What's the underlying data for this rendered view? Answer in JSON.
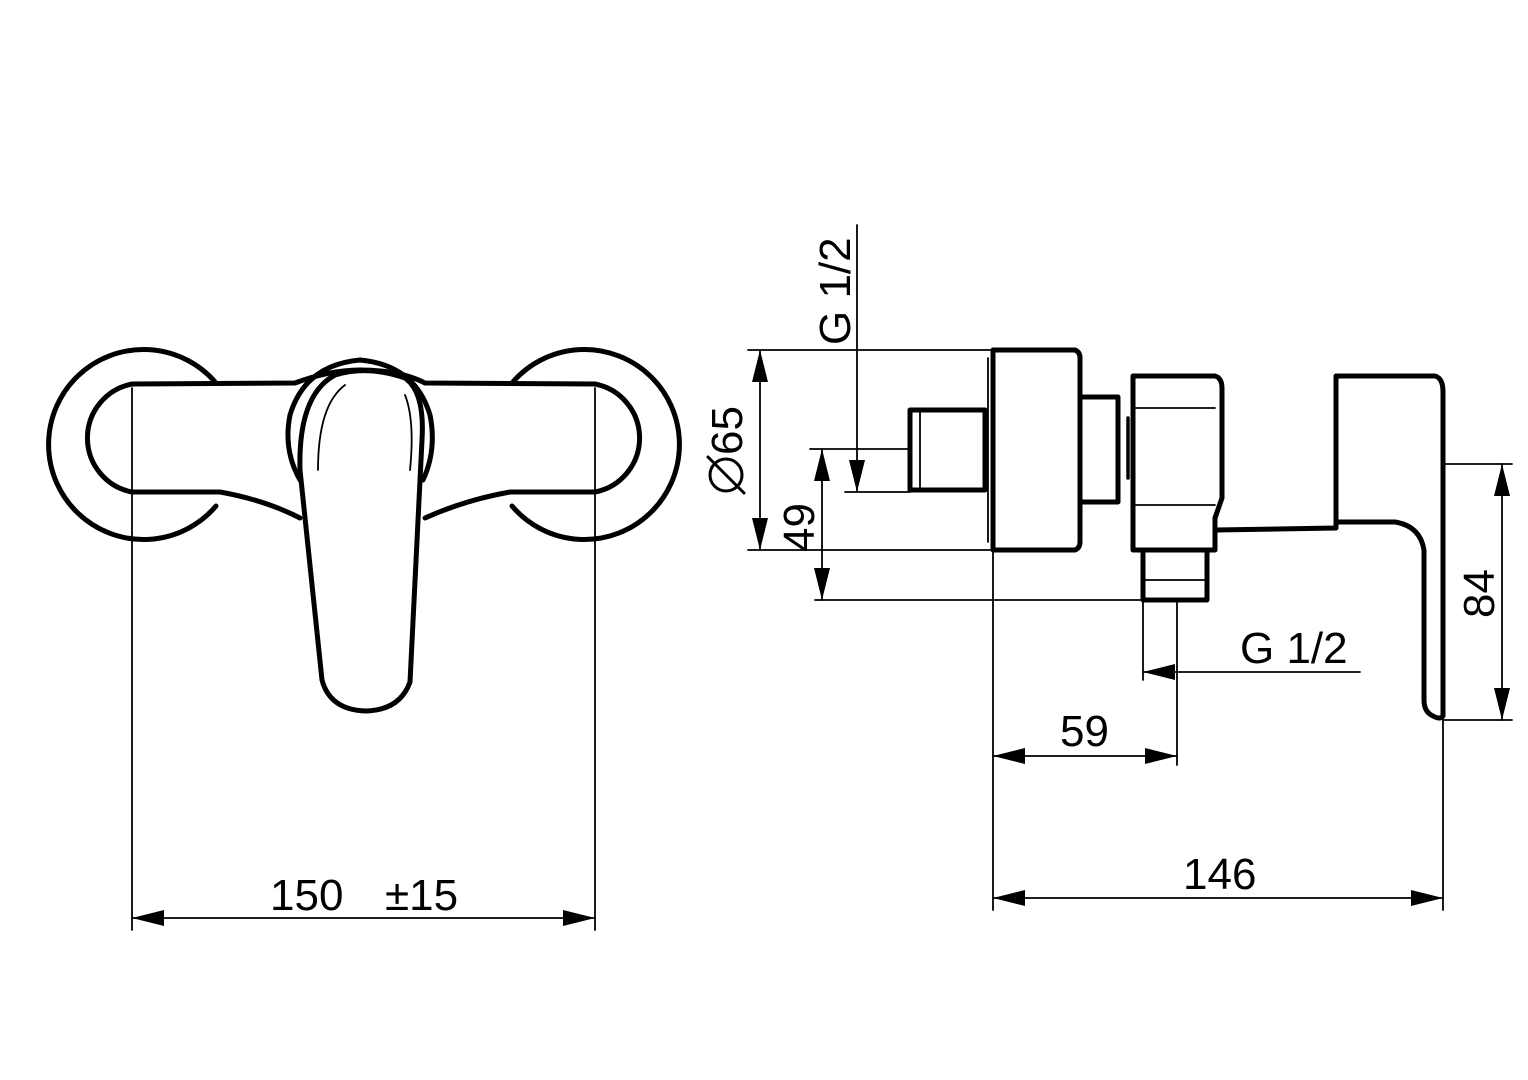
{
  "dimensions": {
    "width_spacing": "150",
    "width_tolerance": "±15",
    "rosette_diameter": "65",
    "inlet_thread": "G 1/2",
    "outlet_thread": "G 1/2",
    "depth_to_outlet": "59",
    "total_depth": "146",
    "outlet_drop": "49",
    "lever_height": "84"
  },
  "colors": {
    "line": "#000000",
    "background": "#ffffff"
  }
}
